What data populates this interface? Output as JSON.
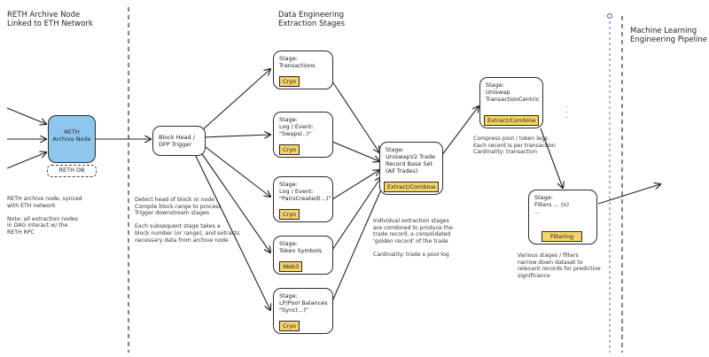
{
  "sections": {
    "reth_title": "RETH Archive Node\nLinked to ETH Network",
    "de_title": "Data Engineering\nExtraction Stages",
    "ml_title": "Machine Learning\nEngineering Pipeline"
  },
  "reth_node": {
    "label": "RETH\nArchive Node",
    "db_label": "RETH DB"
  },
  "block_head": {
    "label": "Block Head /\nDFP Trigger"
  },
  "stages": [
    {
      "label": "Stage:\nTransactions",
      "tag": "Cryo"
    },
    {
      "label": "Stage:\nLog / Event:\n\"Swaps(..)\"",
      "tag": "Cryo"
    },
    {
      "label": "Stage:\nLog / Event:\n\"PairsCreated(...)\"",
      "tag": "Cryo"
    },
    {
      "label": "Stage:\nToken Symbols",
      "tag": "Web3"
    },
    {
      "label": "Stage:\nLP/Pool Balances\n\"Sync(...)\"",
      "tag": "Cryo"
    }
  ],
  "trade_record": {
    "label": "Stage:\nUniswapV2 Trade\nRecord Base Set\n(All Trades)",
    "tag": "Extract/Combine"
  },
  "uniswap_stage": {
    "label": "Stage:\nUniswap\nTransactionCentric",
    "tag": "Extract/Combine",
    "dots": ".\n.\n."
  },
  "filters_stage": {
    "label": "Stage:\nFilters ... (n)\n...",
    "tag": "Filtering"
  },
  "notes": {
    "reth": "RETH archive node, synced\nwith ETH network\n\nNote: all extraction nodes\nin DAG interact w/ the\nRETH RPC",
    "block_head": "Detect head of block or node\nCompile block range to process\nTrigger downstream stages\n\nEach subsequent stage takes a\nblock number (or range), and extracts\nnecessary data from archive node",
    "trade_record": "Individual extraction stages\nare combined to produce the\ntrade record, a consolidated\n'golden record' of the trade\n\nCardinality: trade x pool log",
    "uniswap": "Compress pool / token legs\nEach record is per transaction\nCardinality: transaction",
    "filters": "Various stages / filters\nnarrow down dataset to\nrelevant records for predictive\nsignificance"
  }
}
